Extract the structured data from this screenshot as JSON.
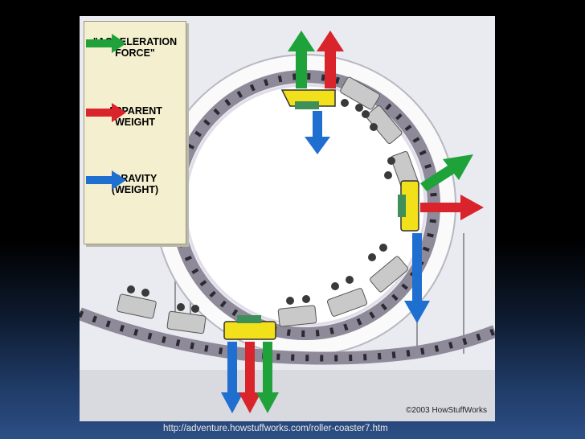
{
  "legend": {
    "items": [
      {
        "label": "\"ACCELERATION\nFORCE\"",
        "color": "#1fa23a",
        "icon": "green-arrow"
      },
      {
        "label": "APPARENT\nWEIGHT",
        "color": "#d8242a",
        "icon": "red-arrow"
      },
      {
        "label": "GRAVITY\n(WEIGHT)",
        "color": "#1f6fd1",
        "icon": "blue-arrow"
      }
    ]
  },
  "copyright": "©2003 HowStuffWorks",
  "source_url": "http://adventure.howstuffworks.com/roller-coaster7.htm",
  "colors": {
    "track": "#8f8a9a",
    "car_highlight": "#f2e01a",
    "car_gray": "#c9c9c9",
    "background": "#e9ebf0"
  }
}
